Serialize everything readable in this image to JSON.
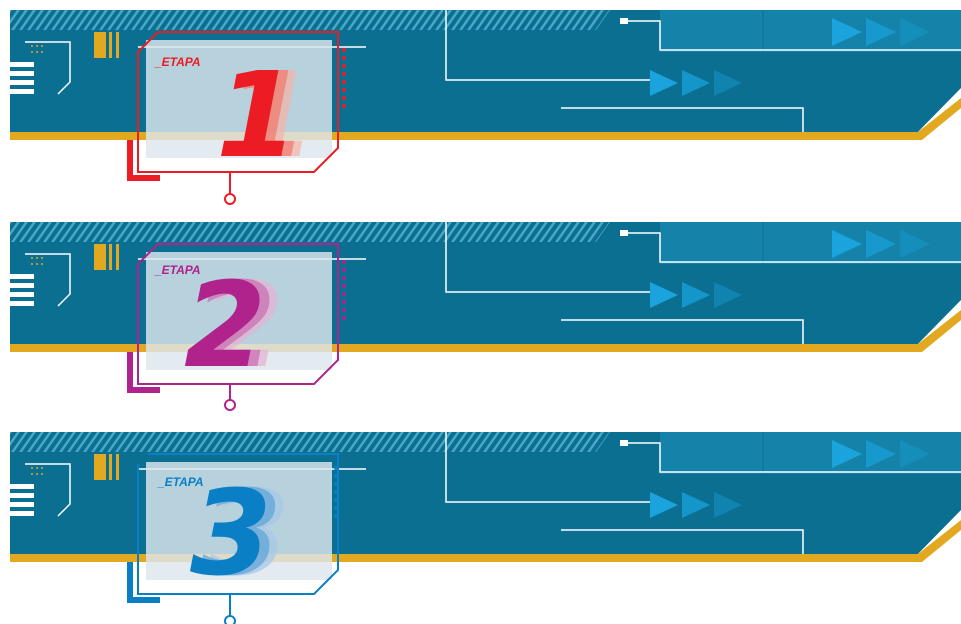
{
  "banners": [
    {
      "label": "_ETAPA",
      "number": "1",
      "color": "#ec1c24"
    },
    {
      "label": "_ETAPA",
      "number": "2",
      "color": "#b0228c"
    },
    {
      "label": "_ETAPA",
      "number": "3",
      "color": "#0b7fc6"
    }
  ],
  "palette": {
    "panel": "#0b6f92",
    "panel_light": "#1787ad",
    "gold": "#e2a820",
    "stripe": "#3d9ebe",
    "arrow": "#1aa3dd"
  }
}
